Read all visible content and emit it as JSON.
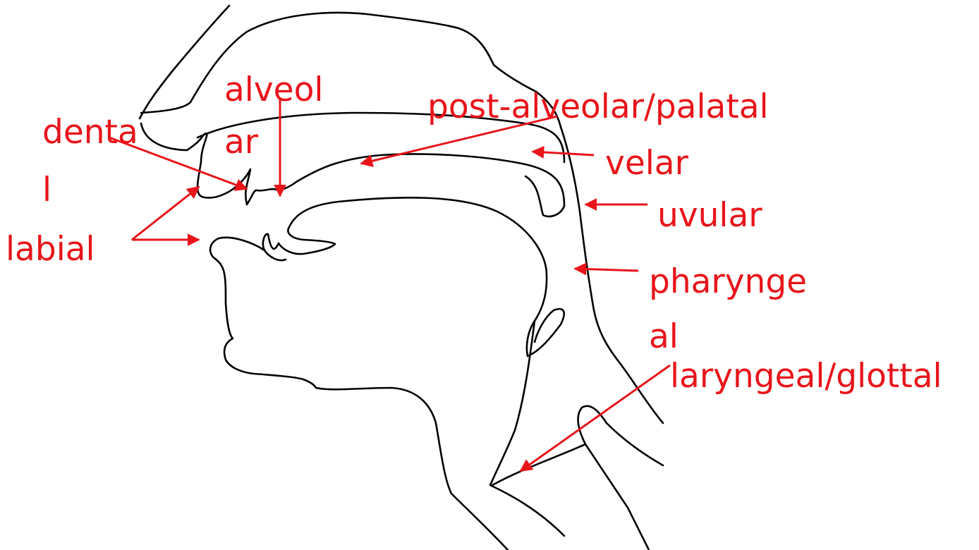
{
  "accent_color": "#e8141a",
  "outline_color": "#000000",
  "labels": {
    "alveolar_1": "alveol",
    "alveolar_2": "ar",
    "post_alveolar_palatal": "post-alveolar/palatal",
    "dental_1": "denta",
    "dental_2": "l",
    "velar": "velar",
    "uvular": "uvular",
    "labial": "labial",
    "pharyngeal_1": "pharynge",
    "pharyngeal_2": "al",
    "laryngeal_glottal": "laryngeal/glottal"
  }
}
